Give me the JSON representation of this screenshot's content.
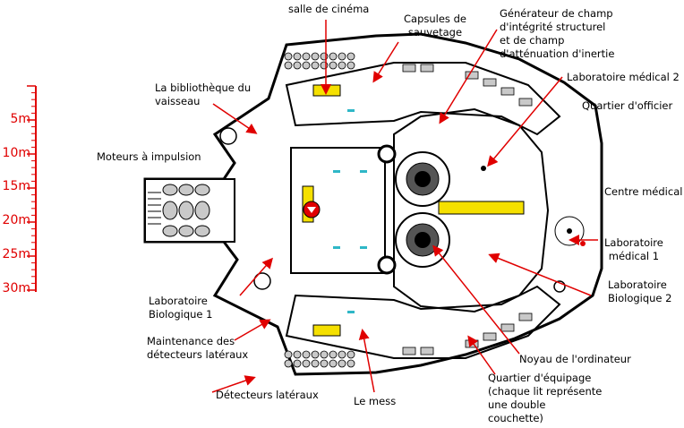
{
  "colors": {
    "pointer": "#e00000",
    "hull": "#000000",
    "floor": "#ffffff",
    "bunk": "#c9c9c9",
    "console": "#f5e000",
    "screen": "#2fb7c7",
    "core": "#000000",
    "alert": "#e00000"
  },
  "scale": {
    "labels": [
      "5m",
      "10m",
      "15m",
      "20m",
      "25m",
      "30m"
    ]
  },
  "labels": {
    "cinema": "salle de cinéma",
    "capsules": "Capsules de\nsauvetage",
    "generator": "Générateur de champ\nd'intégrité structurel\net de champ\nd'atténuation d'inertie",
    "med_lab_2": "Laboratoire médical 2",
    "officer": "Quartier d'officier",
    "library": "La bibliothèque du\nvaisseau",
    "impulse": "Moteurs à impulsion",
    "medical_center": "Centre médical",
    "med_lab_1": "Laboratoire\nmédical 1",
    "bio_lab_1": "Laboratoire\nBiologique   1",
    "bio_lab_2": "Laboratoire\nBiologique   2",
    "sensor_maint": "Maintenance des\ndétecteurs latéraux",
    "computer_core": "Noyau de l'ordinateur",
    "crew": "Quartier d'équipage\n(chaque lit représente\nune double\ncouchette)",
    "lateral_sensors": "Détecteurs latéraux",
    "mess": "Le mess"
  }
}
